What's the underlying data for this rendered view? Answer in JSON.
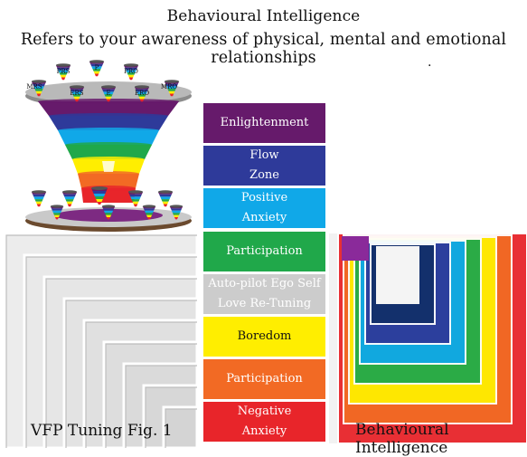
{
  "header": {
    "title": "Behavioural Intelligence",
    "subtitle": "Refers to your awareness of physical, mental and emotional relationships",
    "dot": "."
  },
  "funnel": {
    "top_labels": [
      "P",
      "PRS",
      "PRO",
      "MRS",
      "ERS",
      "E",
      "ERO",
      "MRO"
    ]
  },
  "levels": [
    {
      "lines": [
        "Enlightenment"
      ],
      "color": "#661a6b"
    },
    {
      "lines": [
        "Flow",
        "Zone"
      ],
      "color": "#2e3a9a"
    },
    {
      "lines": [
        "Positive",
        "Anxiety"
      ],
      "color": "#10a8e8"
    },
    {
      "lines": [
        "Participation"
      ],
      "color": "#20a84a"
    },
    {
      "lines": [
        "Auto-pilot Ego Self",
        "Love Re-Tuning"
      ],
      "color": "#cccccc"
    },
    {
      "lines": [
        "Boredom"
      ],
      "color": "#ffee00"
    },
    {
      "lines": [
        "Participation"
      ],
      "color": "#f26a24"
    },
    {
      "lines": [
        "Negative",
        "Anxiety"
      ],
      "color": "#e8252a"
    }
  ],
  "captions": {
    "left": "VFP Tuning Fig. 1",
    "right": "Behavioural Intelligence"
  },
  "colors": {
    "violet": "#661a6b",
    "indigo": "#2e3a9a",
    "blue": "#10a8e8",
    "green": "#20a84a",
    "grey": "#cccccc",
    "yellow": "#ffee00",
    "orange": "#f26a24",
    "red": "#e8252a"
  }
}
